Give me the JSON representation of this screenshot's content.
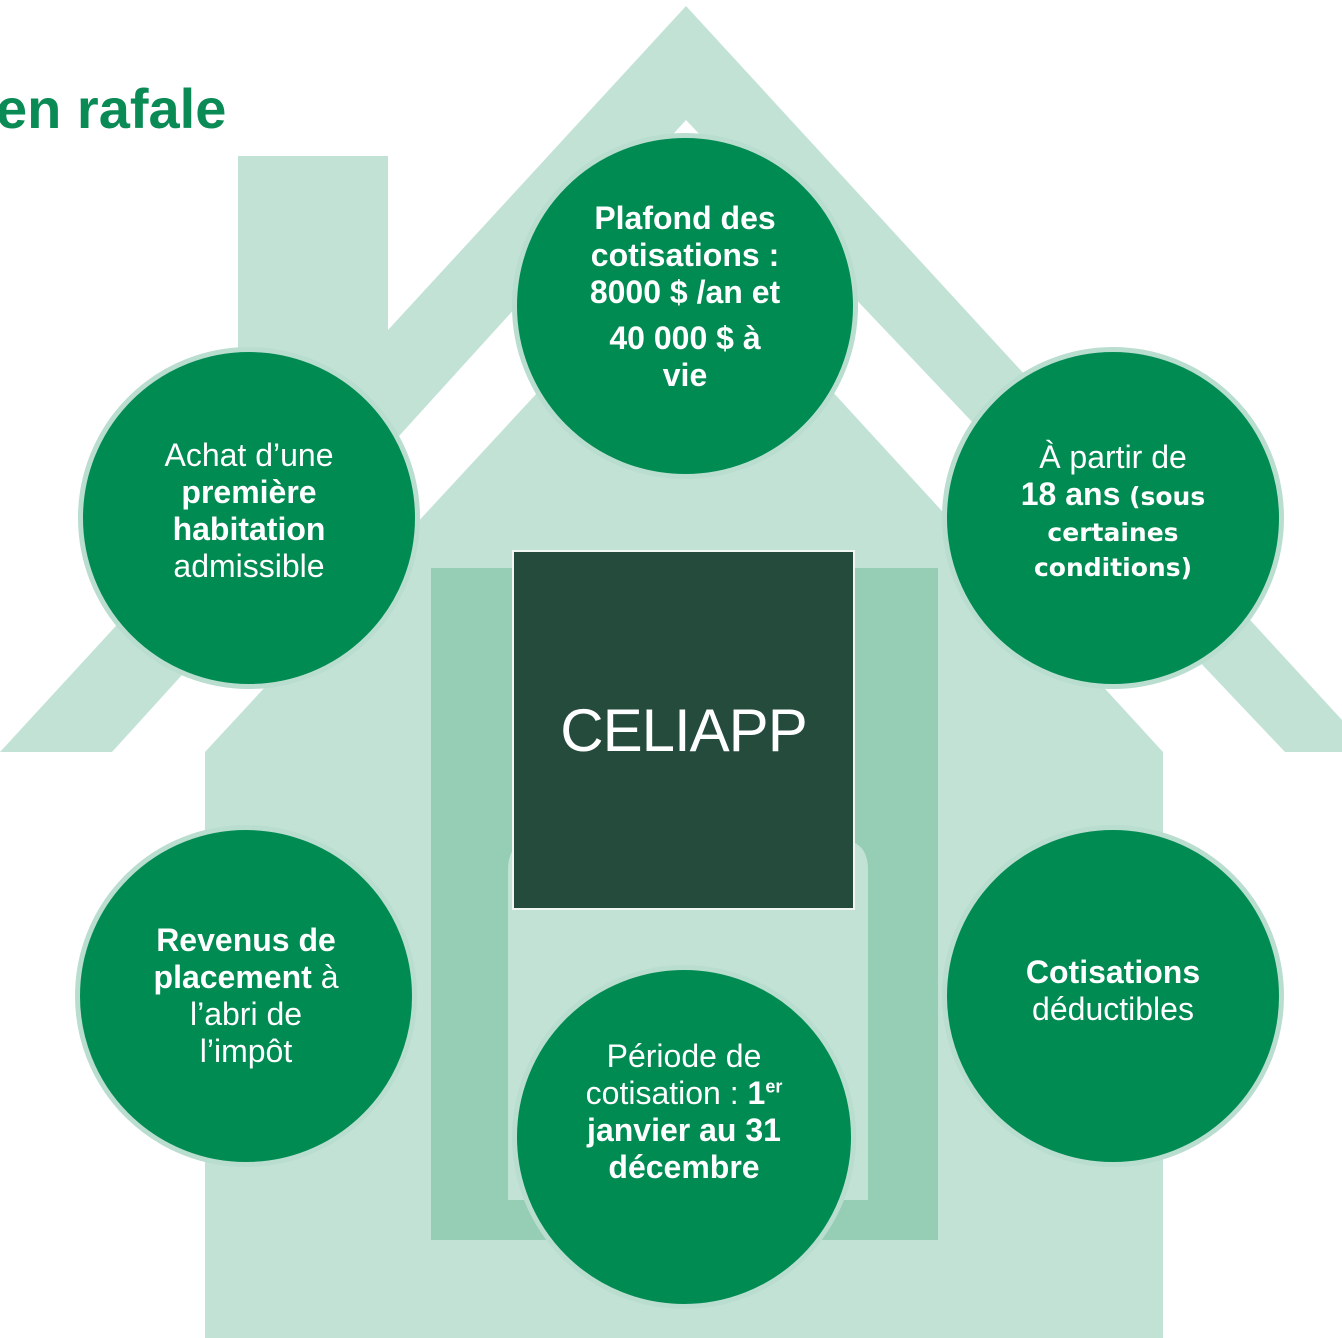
{
  "title": "en rafale",
  "center": {
    "label": "CELIAPP"
  },
  "nodes": {
    "top": {
      "l1": "Plafond des",
      "l2": "cotisations :",
      "l3": "8000 $ /an et",
      "l4": "40 000 $ à",
      "l5": "vie"
    },
    "left_upper": {
      "l1": "Achat d’une",
      "l2": "première",
      "l3": "habitation",
      "l4": "admissible"
    },
    "right_upper": {
      "l1": "À partir de",
      "l2a": "18 ans",
      "l2b": " (sous",
      "l3": "certaines",
      "l4": "conditions)"
    },
    "left_lower": {
      "l1": "Revenus de",
      "l2a": "placement",
      "l2b": " à",
      "l3": "l’abri de",
      "l4": "l’impôt"
    },
    "right_lower": {
      "l1": "Cotisations",
      "l2": "déductibles"
    },
    "bottom": {
      "l1": "Période de",
      "l2a": "cotisation : ",
      "l2b": "1",
      "l2sup": "er",
      "l3": "janvier au 31",
      "l4": "décembre"
    }
  },
  "colors": {
    "house_light": "#c2e2d6",
    "house_mid": "#95cdb5",
    "circle_fill": "#008b52",
    "core_fill": "#244b3b",
    "title": "#0a8a55"
  }
}
